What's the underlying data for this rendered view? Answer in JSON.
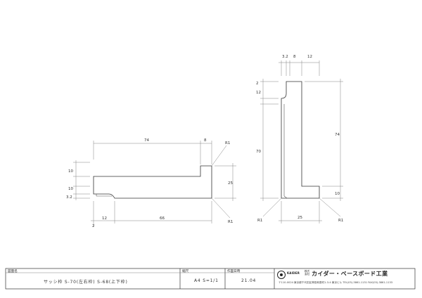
{
  "dimensions": {
    "horizontal": {
      "top_74": "74",
      "top_8": "8",
      "r1_top": "R1",
      "left_10a": "10",
      "left_10b": "10",
      "left_3_2": "3.2",
      "right_25": "25",
      "r1_bottom": "R1",
      "bottom_12": "12",
      "bottom_66": "66",
      "bottom_2": "2"
    },
    "vertical": {
      "top_3_2": "3.2",
      "top_8": "8",
      "top_12": "12",
      "left_2": "2",
      "left_12": "12",
      "left_70": "70",
      "right_74": "74",
      "right_10": "10",
      "r1_left": "R1",
      "bottom_25": "25",
      "r1_right": "R1"
    }
  },
  "title_block": {
    "drawing_name_label": "図面名",
    "drawing_name": "サッシ枠 S-70(左右枠) S-68(上下枠)",
    "scale_label": "縮尺",
    "scale": "A4 S=1/1",
    "date_label": "作図日時",
    "date": "21.04",
    "logo_text": "KAIDER",
    "corp_label": "株式会社",
    "company_name": "カイダー・ベースボード工業",
    "company_address": "〒110-0024 東京都千代田区神田和泉町1-3-4 東京ビル TEL(03)-3861-1131 FAX(03)-3861-1133"
  }
}
